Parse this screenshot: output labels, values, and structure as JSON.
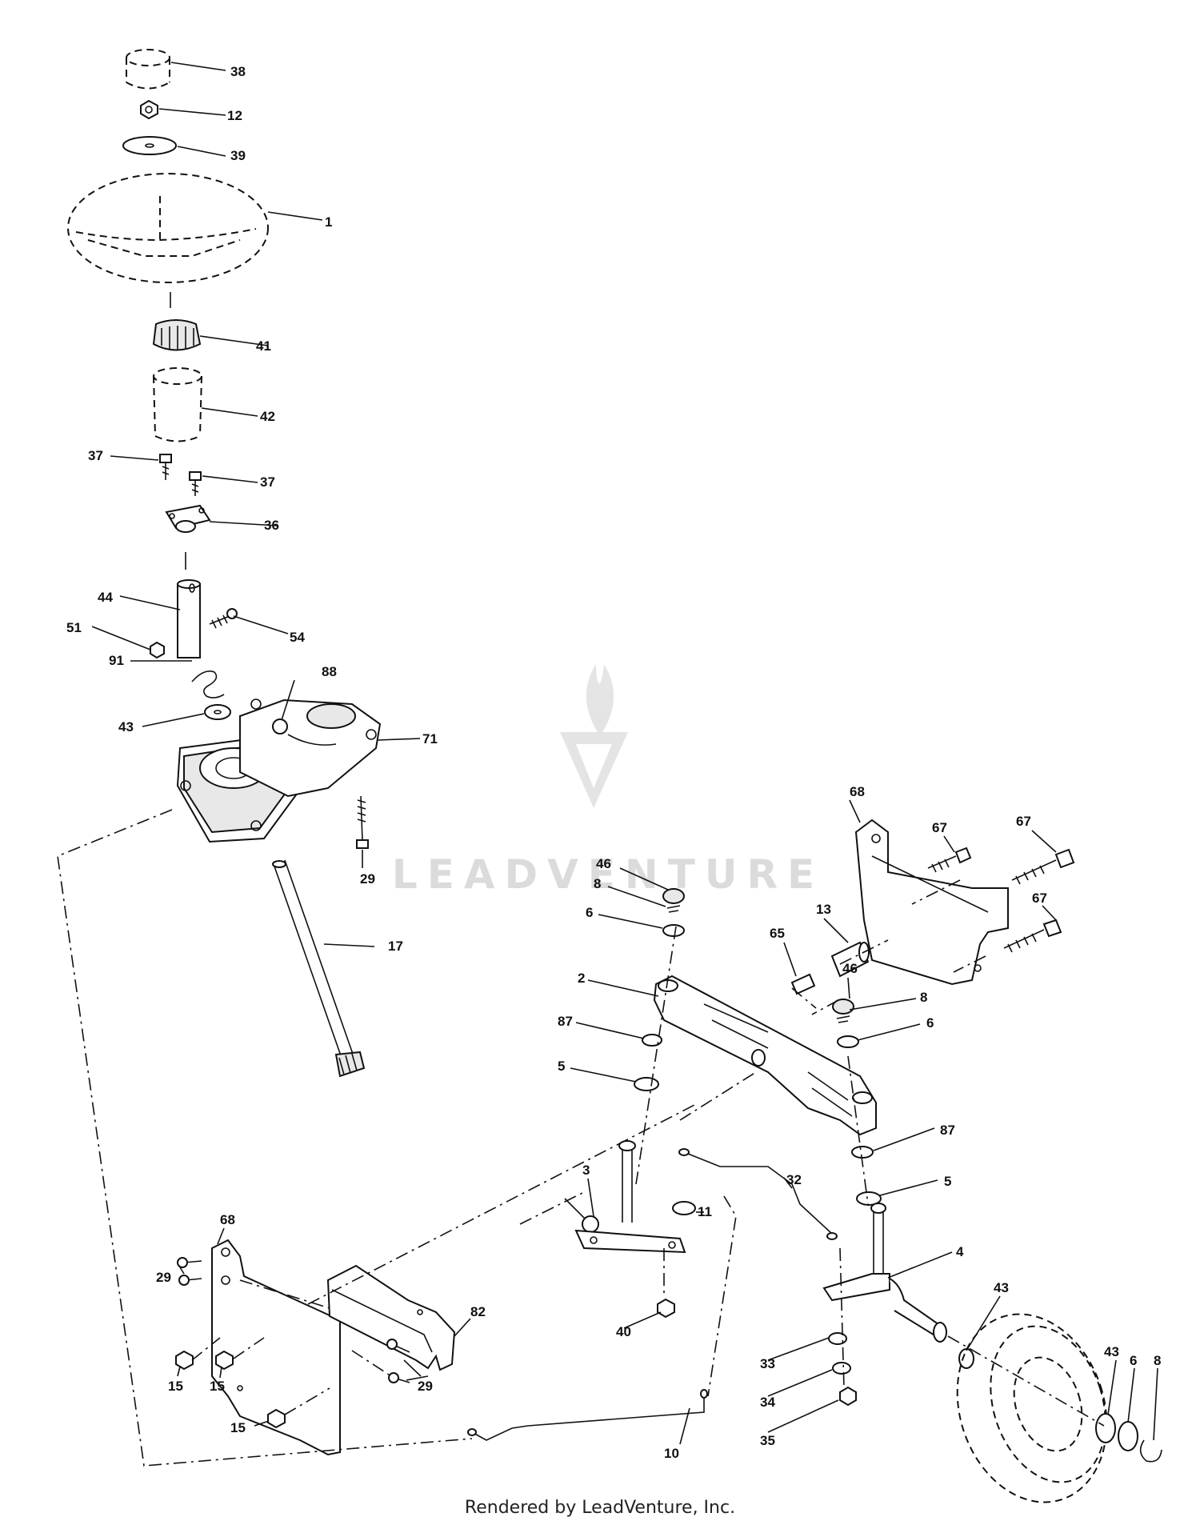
{
  "watermark": {
    "text": "LEADVENTURE"
  },
  "footer": {
    "text": "Rendered by LeadVenture, Inc."
  },
  "callouts": [
    {
      "id": "c38",
      "text": "38"
    },
    {
      "id": "c12",
      "text": "12"
    },
    {
      "id": "c39",
      "text": "39"
    },
    {
      "id": "c1",
      "text": "1"
    },
    {
      "id": "c41",
      "text": "41"
    },
    {
      "id": "c42",
      "text": "42"
    },
    {
      "id": "c37a",
      "text": "37"
    },
    {
      "id": "c37b",
      "text": "37"
    },
    {
      "id": "c36",
      "text": "36"
    },
    {
      "id": "c44",
      "text": "44"
    },
    {
      "id": "c54",
      "text": "54"
    },
    {
      "id": "c51",
      "text": "51"
    },
    {
      "id": "c91",
      "text": "91"
    },
    {
      "id": "c88",
      "text": "88"
    },
    {
      "id": "c43a",
      "text": "43"
    },
    {
      "id": "c71",
      "text": "71"
    },
    {
      "id": "c29a",
      "text": "29"
    },
    {
      "id": "c17",
      "text": "17"
    },
    {
      "id": "c68a",
      "text": "68"
    },
    {
      "id": "c67a",
      "text": "67"
    },
    {
      "id": "c67b",
      "text": "67"
    },
    {
      "id": "c67c",
      "text": "67"
    },
    {
      "id": "c46a",
      "text": "46"
    },
    {
      "id": "c8a",
      "text": "8"
    },
    {
      "id": "c6a",
      "text": "6"
    },
    {
      "id": "c13",
      "text": "13"
    },
    {
      "id": "c65",
      "text": "65"
    },
    {
      "id": "c2",
      "text": "2"
    },
    {
      "id": "c46b",
      "text": "46"
    },
    {
      "id": "c8b",
      "text": "8"
    },
    {
      "id": "c6b",
      "text": "6"
    },
    {
      "id": "c87a",
      "text": "87"
    },
    {
      "id": "c5a",
      "text": "5"
    },
    {
      "id": "c87b",
      "text": "87"
    },
    {
      "id": "c5b",
      "text": "5"
    },
    {
      "id": "c3",
      "text": "3"
    },
    {
      "id": "c32",
      "text": "32"
    },
    {
      "id": "c11",
      "text": "11"
    },
    {
      "id": "c4",
      "text": "4"
    },
    {
      "id": "c68b",
      "text": "68"
    },
    {
      "id": "c29b",
      "text": "29"
    },
    {
      "id": "c82",
      "text": "82"
    },
    {
      "id": "c40",
      "text": "40"
    },
    {
      "id": "c43b",
      "text": "43"
    },
    {
      "id": "c33",
      "text": "33"
    },
    {
      "id": "c43c",
      "text": "43"
    },
    {
      "id": "c6c",
      "text": "6"
    },
    {
      "id": "c8c",
      "text": "8"
    },
    {
      "id": "c34",
      "text": "34"
    },
    {
      "id": "c29c",
      "text": "29"
    },
    {
      "id": "c15a",
      "text": "15"
    },
    {
      "id": "c15b",
      "text": "15"
    },
    {
      "id": "c15c",
      "text": "15"
    },
    {
      "id": "c35",
      "text": "35"
    },
    {
      "id": "c10",
      "text": "10"
    }
  ]
}
